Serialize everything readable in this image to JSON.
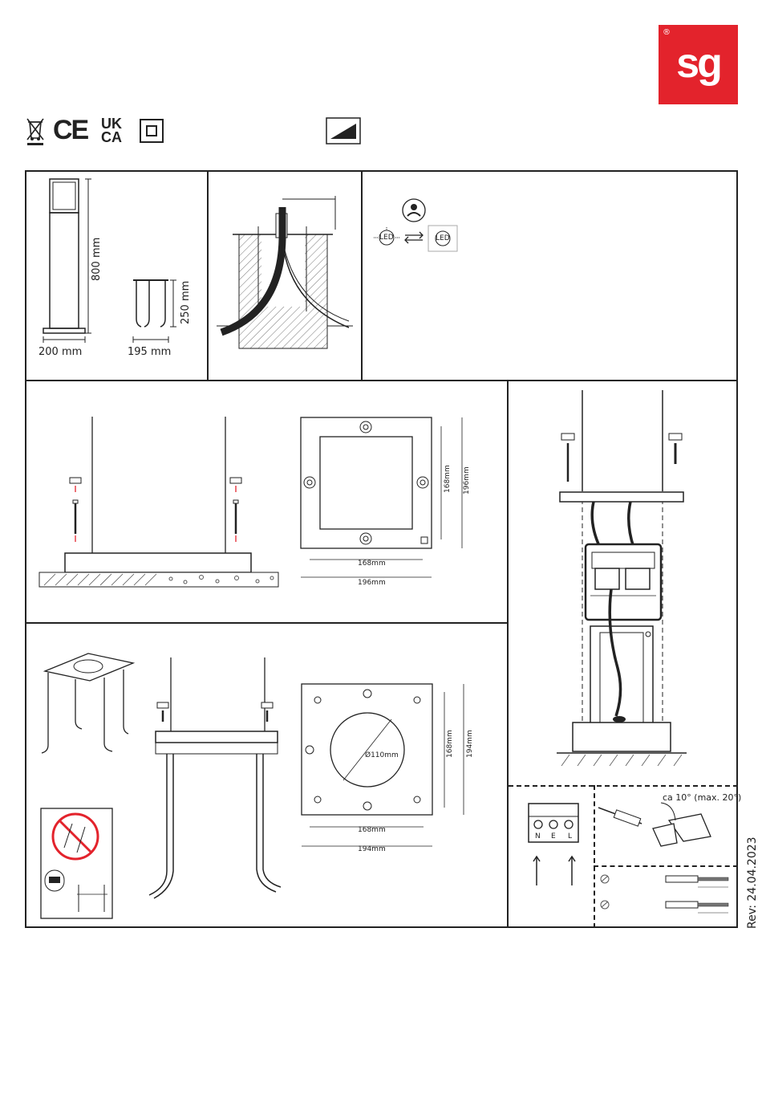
{
  "brand": {
    "logo_text": "sg",
    "registered_mark": "®",
    "color": "#e3232c"
  },
  "certifications": [
    "weee-bin-icon",
    "ce-mark",
    "uk-ca-mark",
    "class-ii-icon"
  ],
  "cert_labels": {
    "ce": "CE",
    "ukca_top": "UK",
    "ukca_bottom": "CA"
  },
  "dimming_icon": "dimmer-ramp-icon",
  "panel_dimensions": {
    "height_800": "800 mm",
    "width_200": "200 mm",
    "height_250": "250 mm",
    "width_195": "195 mm"
  },
  "led_swap": {
    "led_label": "LED"
  },
  "base_plate_1": {
    "inner": "168mm",
    "outer": "196mm",
    "side_inner": "168mm",
    "side_outer": "196mm"
  },
  "base_plate_2": {
    "hole": "Ø110mm",
    "inner": "168mm",
    "outer": "194mm",
    "side_inner": "168mm",
    "side_outer": "194mm"
  },
  "terminal": {
    "n": "N",
    "e": "E",
    "l": "L"
  },
  "angle_note": "ca 10° (max. 20°)",
  "revision": "Rev: 24.04.2023",
  "colors": {
    "line": "#222222",
    "brand_red": "#e3232c"
  }
}
